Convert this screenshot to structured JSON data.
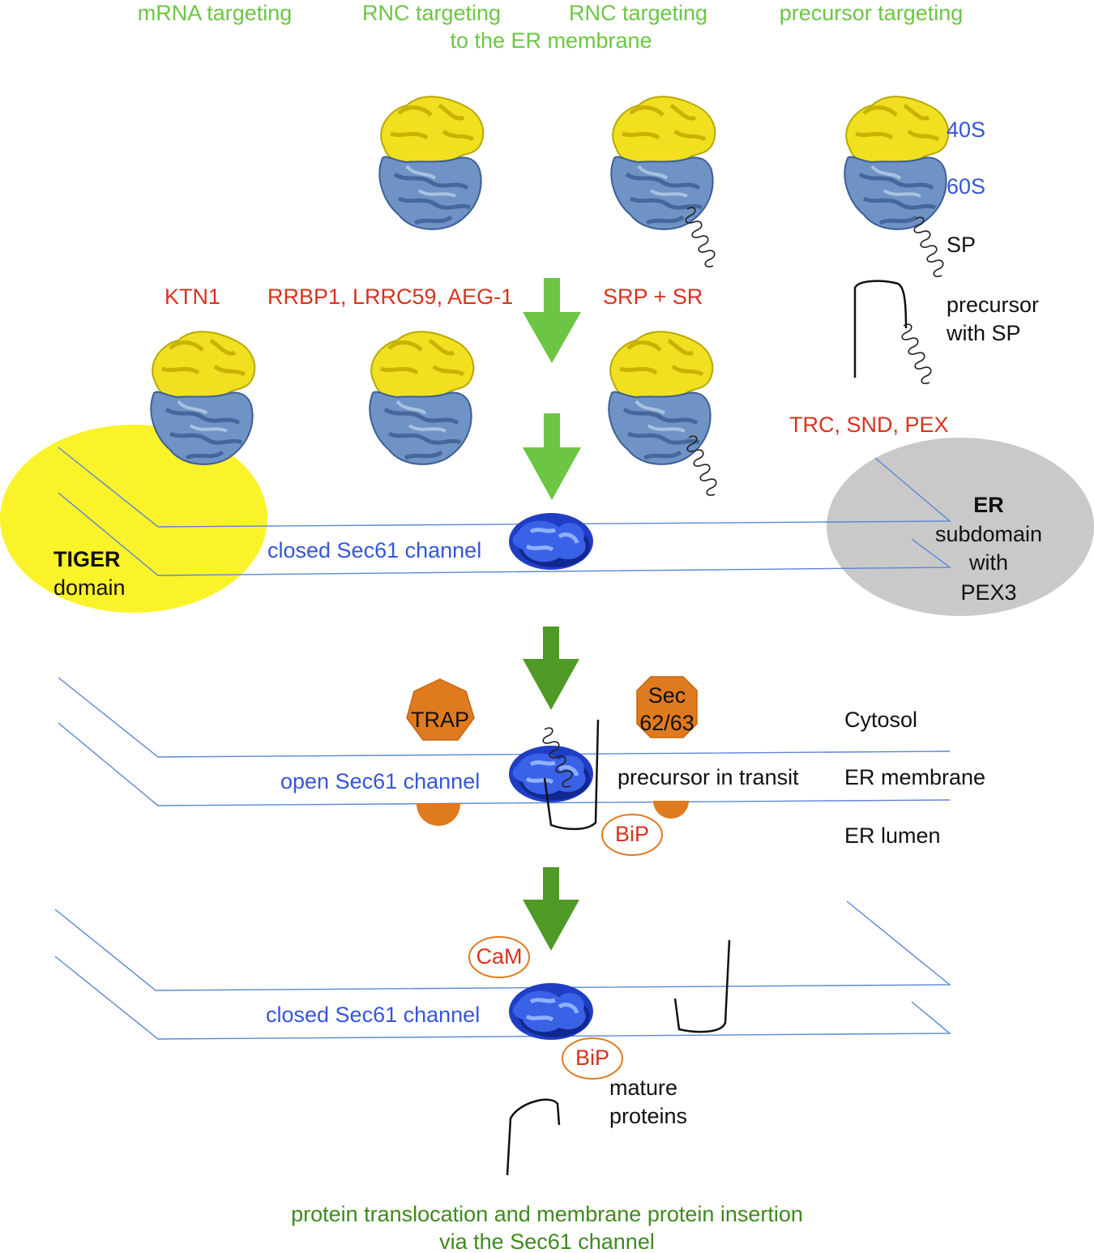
{
  "headers": {
    "mrna": "mRNA targeting",
    "rnc_er_line1": "RNC targeting",
    "rnc_er_line2": "to the ER membrane",
    "rnc": "RNC targeting",
    "precursor": "precursor targeting"
  },
  "ribosome_labels": {
    "small_subunit": "40S",
    "large_subunit": "60S",
    "signal_peptide": "SP",
    "precursor_line1": "precursor",
    "precursor_line2": "with SP"
  },
  "factors": {
    "ktn1": "KTN1",
    "receptors": "RRBP1, LRRC59, AEG-1",
    "srp": "SRP + SR",
    "trc": "TRC, SND, PEX"
  },
  "domains": {
    "tiger_line1": "TIGER",
    "tiger_line2": "domain",
    "er_sub_line1": "ER",
    "er_sub_line2": "subdomain",
    "er_sub_line3": "with",
    "er_sub_line4": "PEX3"
  },
  "channels": {
    "closed1": "closed Sec61 channel",
    "open": "open Sec61 channel",
    "closed2": "closed Sec61 channel"
  },
  "proteins": {
    "trap": "TRAP",
    "sec_line1": "Sec",
    "sec_line2": "62/63",
    "bip1": "BiP",
    "cam": "CaM",
    "bip2": "BiP"
  },
  "compartments": {
    "cytosol": "Cytosol",
    "membrane": "ER membrane",
    "lumen": "ER lumen"
  },
  "transit": {
    "in_transit": "precursor in transit",
    "mature_line1": "mature",
    "mature_line2": "proteins"
  },
  "footer": {
    "line1": "protein translocation and membrane protein insertion",
    "line2": "via the Sec61 channel"
  },
  "colors": {
    "header_green": "#6cc644",
    "arrow_dark_green": "#4f9a26",
    "factor_red": "#d8321d",
    "label_blue": "#3556d8",
    "ribosome_40S_yellow": "#f0e020",
    "ribosome_60S_blue": "#6e93c4",
    "sec61_blue": "#2a4fd6",
    "tiger_yellow": "#fbf32a",
    "er_subdomain_gray": "#c9c9c9",
    "chaperone_orange": "#e07a1f",
    "membrane_line_blue": "#5b86d6"
  }
}
